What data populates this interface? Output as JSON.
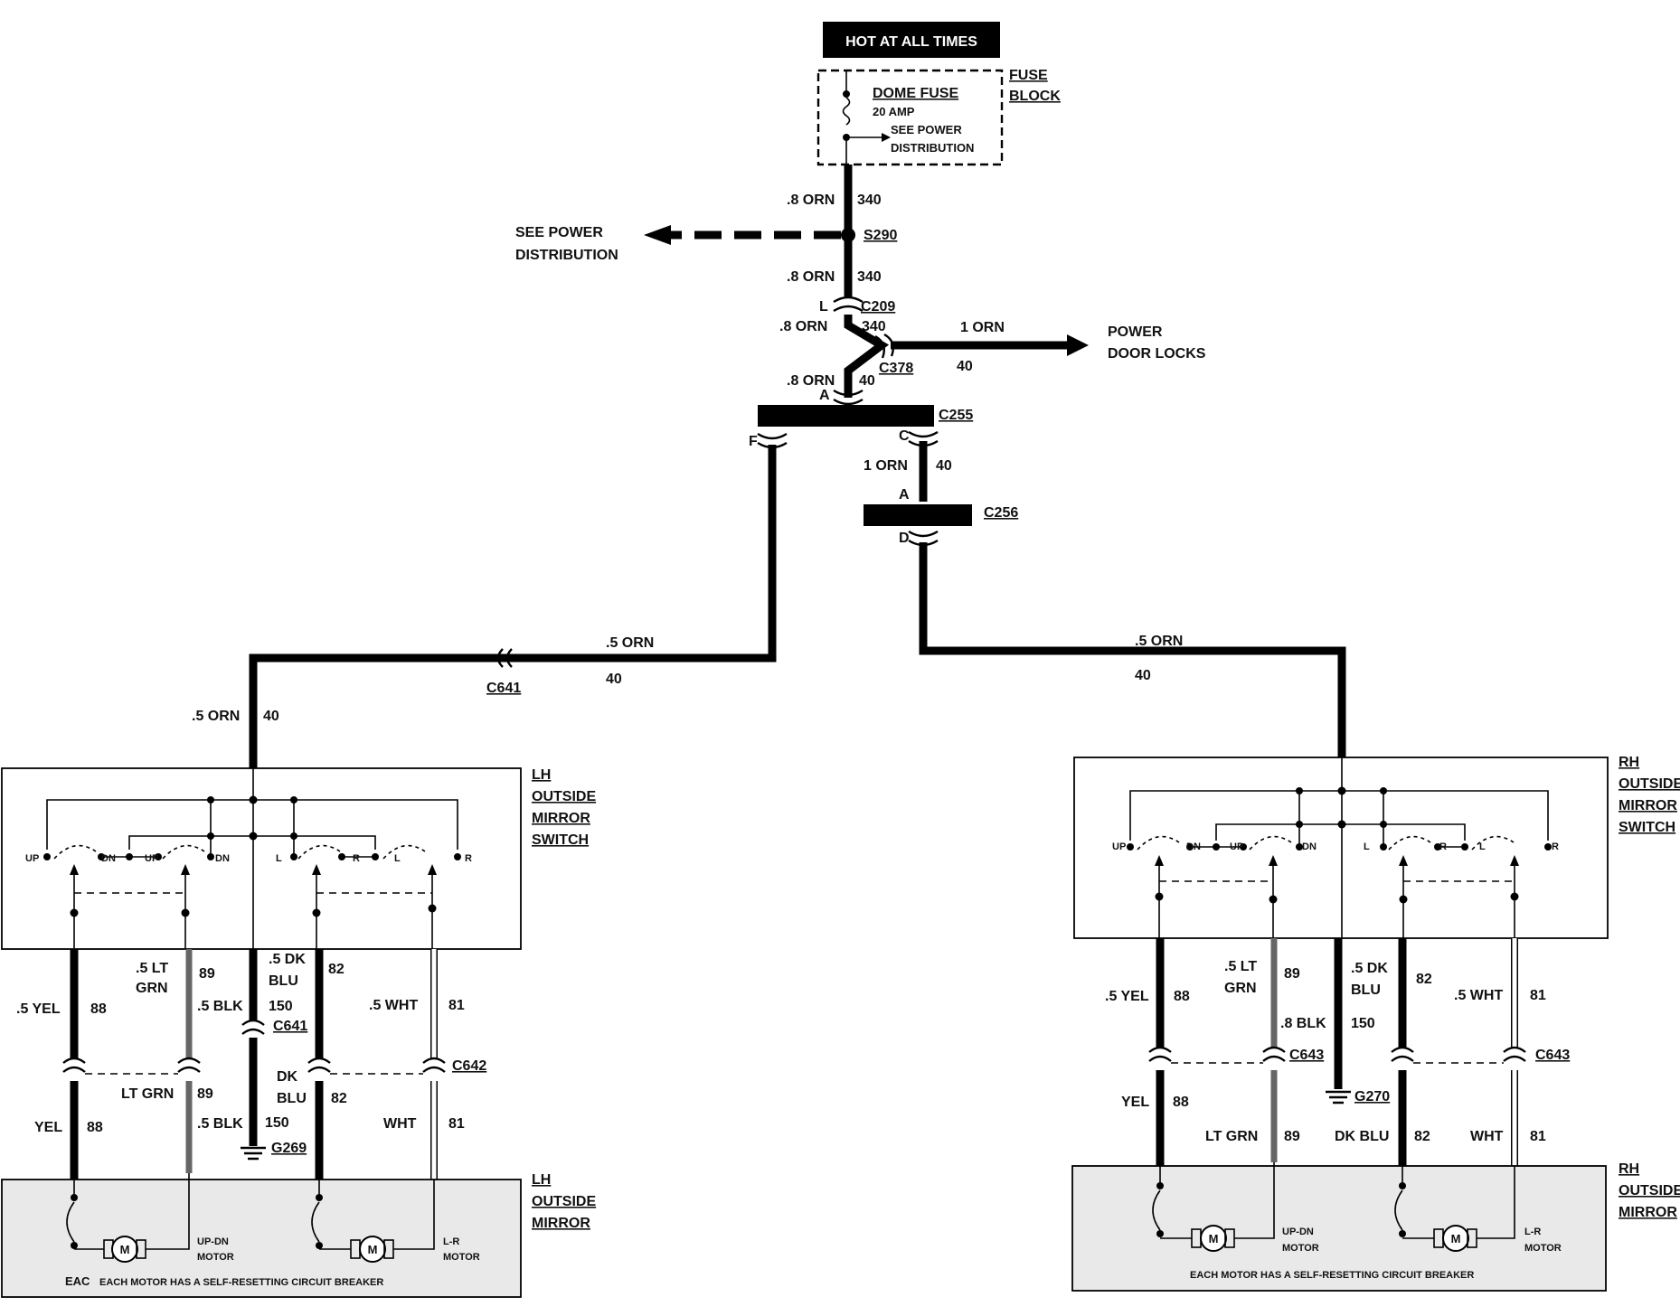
{
  "header": {
    "hot_label": "HOT AT ALL TIMES"
  },
  "fuse": {
    "name": "DOME FUSE",
    "rating": "20 AMP",
    "note_line1": "SEE POWER",
    "note_line2": "DISTRIBUTION",
    "block_line1": "FUSE",
    "block_line2": "BLOCK"
  },
  "wires": {
    "w340a_gauge": ".8 ORN",
    "w340a_num": "340",
    "w340b_gauge": ".8 ORN",
    "w340b_num": "340",
    "w340c_gauge": ".8 ORN",
    "w340c_num": "340",
    "w40a_gauge": ".8 ORN",
    "w40a_num": "40",
    "doorlock_gauge": "1 ORN",
    "doorlock_num": "40",
    "c255c_gauge": "1 ORN",
    "c255c_num": "40",
    "lh_feed_gauge": ".5 ORN",
    "lh_feed_num": "40",
    "lh_down_gauge": ".5 ORN",
    "lh_down_num": "40",
    "rh_feed_gauge": ".5 ORN",
    "rh_feed_num": "40"
  },
  "splices": {
    "s290": "S290"
  },
  "connectors": {
    "c209": "C209",
    "c209_pin": "L",
    "c378": "C378",
    "c255": "C255",
    "c255_a": "A",
    "c255_f": "F",
    "c255_c": "C",
    "c256": "C256",
    "c256_a": "A",
    "c256_d": "D",
    "c641_top": "C641"
  },
  "see_power": {
    "line1": "SEE POWER",
    "line2": "DISTRIBUTION"
  },
  "door_locks": {
    "line1": "POWER",
    "line2": "DOOR LOCKS"
  },
  "lh_switch": {
    "label": [
      "LH",
      "OUTSIDE",
      "MIRROR",
      "SWITCH"
    ],
    "terms": [
      "UP",
      "DN",
      "UP",
      "DN",
      "L",
      "R",
      "L",
      "R"
    ]
  },
  "rh_switch": {
    "label": [
      "RH",
      "OUTSIDE",
      "MIRROR",
      "SWITCH"
    ],
    "terms": [
      "UP",
      "DN",
      "UP",
      "DN",
      "L",
      "R",
      "L",
      "R"
    ]
  },
  "lh_wires": {
    "yel_top": ".5 YEL",
    "yel_top_num": "88",
    "ltgrn_top_1": ".5 LT",
    "ltgrn_top_2": "GRN",
    "ltgrn_top_num": "89",
    "blk_top": ".5 BLK",
    "dkblu_top_1": ".5 DK",
    "dkblu_top_2": "BLU",
    "dkblu_top_num": "150",
    "dkblu_conn": "C641",
    "dkblu_num_82": "82",
    "wht_top": ".5 WHT",
    "wht_top_num": "81",
    "c642": "C642",
    "ltgrn_bot": "LT GRN",
    "ltgrn_bot_num": "89",
    "blk_bot": ".5 BLK",
    "dkblu_bot_1": "DK",
    "dkblu_bot_2": "BLU",
    "dkblu_bot_num": "82",
    "yel_bot": "YEL",
    "yel_bot_num": "88",
    "gnd_num": "150",
    "ground": "G269",
    "wht_bot": "WHT",
    "wht_bot_num": "81"
  },
  "rh_wires": {
    "yel_top": ".5 YEL",
    "yel_top_num": "88",
    "ltgrn_top_1": ".5 LT",
    "ltgrn_top_2": "GRN",
    "ltgrn_top_num": "89",
    "blk": ".8 BLK",
    "blk_num": "150",
    "dkblu_top_1": ".5 DK",
    "dkblu_top_2": "BLU",
    "dkblu_num_82": "82",
    "wht_top": ".5 WHT",
    "wht_top_num": "81",
    "c643_left": "C643",
    "c643_right": "C643",
    "ground": "G270",
    "yel_bot": "YEL",
    "yel_bot_num": "88",
    "ltgrn_bot": "LT GRN",
    "ltgrn_bot_num": "89",
    "dkblu_bot": "DK BLU",
    "dkblu_bot_num": "82",
    "wht_bot": "WHT",
    "wht_bot_num": "81"
  },
  "lh_mirror": {
    "label": [
      "LH",
      "OUTSIDE",
      "MIRROR"
    ],
    "motor1_1": "UP-DN",
    "motor1_2": "MOTOR",
    "motor2_1": "L-R",
    "motor2_2": "MOTOR",
    "m": "M",
    "eac": "EAC",
    "note": "EACH MOTOR HAS A SELF-RESETTING CIRCUIT BREAKER"
  },
  "rh_mirror": {
    "label": [
      "RH",
      "OUTSIDE",
      "MIRROR"
    ],
    "motor1_1": "UP-DN",
    "motor1_2": "MOTOR",
    "motor2_1": "L-R",
    "motor2_2": "MOTOR",
    "m": "M",
    "note": "EACH MOTOR HAS A SELF-RESETTING CIRCUIT BREAKER"
  }
}
